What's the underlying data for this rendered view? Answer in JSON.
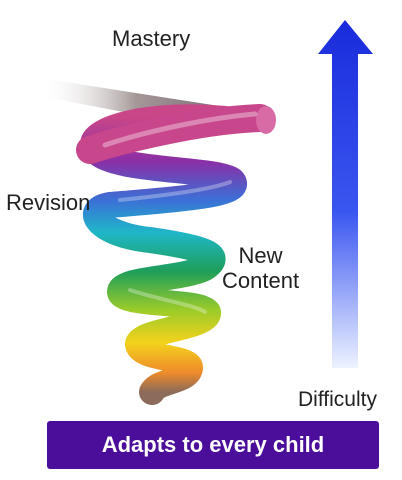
{
  "labels": {
    "mastery": "Mastery",
    "revision": "Revision",
    "new_content_line1": "New",
    "new_content_line2": "Content",
    "difficulty": "Difficulty"
  },
  "banner": {
    "text": "Adapts to every child"
  },
  "icons": {
    "arrow": "up-arrow-icon",
    "spiral": "spiral-coil-icon"
  },
  "colors": {
    "banner_bg": "#4a0e9a",
    "arrow_top": "#1a2bdc",
    "arrow_bottom": "#e6ecff",
    "spiral_top": "#c2447e",
    "spiral_bottom": "#e06a2a"
  }
}
